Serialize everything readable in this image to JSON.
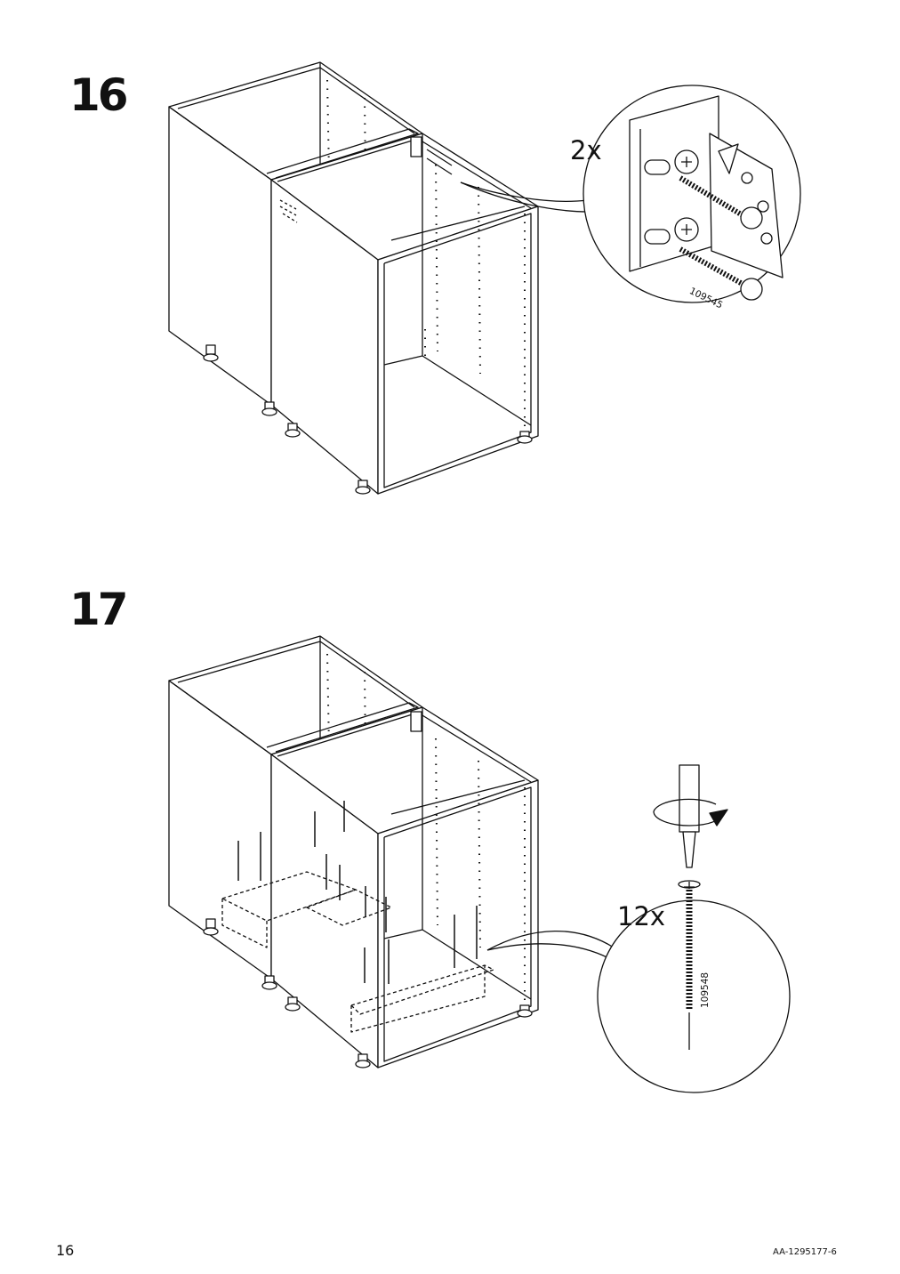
{
  "steps": [
    {
      "number": "16",
      "quantity": "2x",
      "part_number": "109545"
    },
    {
      "number": "17",
      "quantity": "12x",
      "part_number": "109548"
    }
  ],
  "footer": {
    "page_number": "16",
    "doc_id": "AA-1295177-6"
  }
}
